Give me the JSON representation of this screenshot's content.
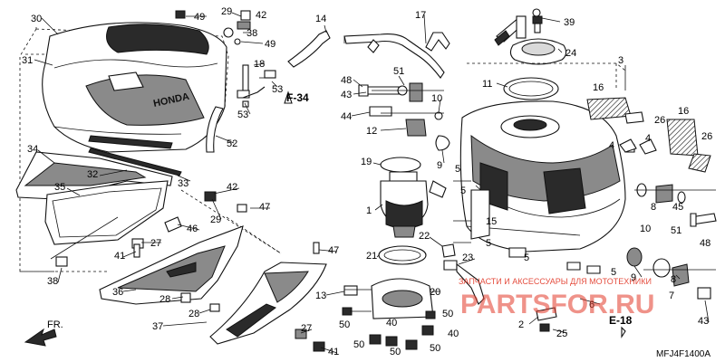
{
  "callouts": {
    "c30": "30",
    "c31": "31",
    "c49a": "49",
    "c29a": "29",
    "c42a": "42",
    "c38a": "38",
    "c49b": "49",
    "c14": "14",
    "c17": "17",
    "c39": "39",
    "c24": "24",
    "c18": "18",
    "c53a": "53",
    "c53b": "53",
    "c52": "52",
    "c48a": "48",
    "c51a": "51",
    "c10a": "10",
    "c11": "11",
    "c3": "3",
    "c44": "44",
    "c43a": "43",
    "c12": "12",
    "c9a": "9",
    "c16a": "16",
    "c26a": "26",
    "c4a": "4",
    "c4b": "4",
    "c16b": "16",
    "c26b": "26",
    "c34": "34",
    "c32": "32",
    "c19": "19",
    "c5a": "5",
    "c5b": "5",
    "c33": "33",
    "c35": "35",
    "c42b": "42",
    "c29b": "29",
    "c47a": "47",
    "c1": "1",
    "c15": "15",
    "c5c": "5",
    "c10b": "10",
    "c8a": "8",
    "c51b": "51",
    "c45": "45",
    "c48b": "48",
    "c46": "46",
    "c27a": "27",
    "c41a": "41",
    "c47b": "47",
    "c21": "21",
    "c22": "22",
    "c23": "23",
    "c5d": "5",
    "c5e": "5",
    "c38b": "38",
    "c36": "36",
    "c28a": "28",
    "c13": "13",
    "c20": "20",
    "c50a": "50",
    "c50b": "50",
    "c9b": "9",
    "c8b": "8",
    "c7": "7",
    "c43b": "43",
    "c6": "6",
    "c37": "37",
    "c28b": "28",
    "c2": "2",
    "c25": "25",
    "c40a": "40",
    "c40b": "40",
    "c27b": "27",
    "c41b": "41",
    "c50c": "50",
    "c50d": "50",
    "c50e": "50"
  },
  "refs": {
    "f34": "F-34",
    "e18": "E-18",
    "fr": "FR."
  },
  "tank_brand_text": "HONDA",
  "diagram_code": "MFJ4F1400A",
  "watermark": {
    "caption": "ЗАПЧАСТИ И АКСЕССУАРЫ ДЛЯ МОТОТЕХНИКИ",
    "logo": "PARTSFOR.RU"
  },
  "colors": {
    "line": "#111111",
    "watermark": "#e23a2a"
  }
}
